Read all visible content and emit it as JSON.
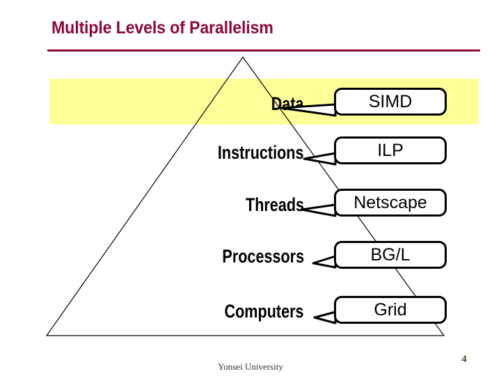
{
  "slide": {
    "title": "Multiple Levels of Parallelism",
    "title_color": "#8C0A3C",
    "rule_color": "#8C0A3C",
    "background_color": "#FFFFFF",
    "highlight_band_color": "#FFFF99",
    "outline_color": "#000000"
  },
  "pyramid": {
    "levels": [
      {
        "label": "Data"
      },
      {
        "label": "Instructions"
      },
      {
        "label": "Threads"
      },
      {
        "label": "Processors"
      },
      {
        "label": "Computers"
      }
    ]
  },
  "callouts": [
    {
      "label": "SIMD"
    },
    {
      "label": "ILP"
    },
    {
      "label": "Netscape"
    },
    {
      "label": "BG/L"
    },
    {
      "label": "Grid"
    }
  ],
  "footer": {
    "organization": "Yonsei University",
    "page_number": "4"
  }
}
